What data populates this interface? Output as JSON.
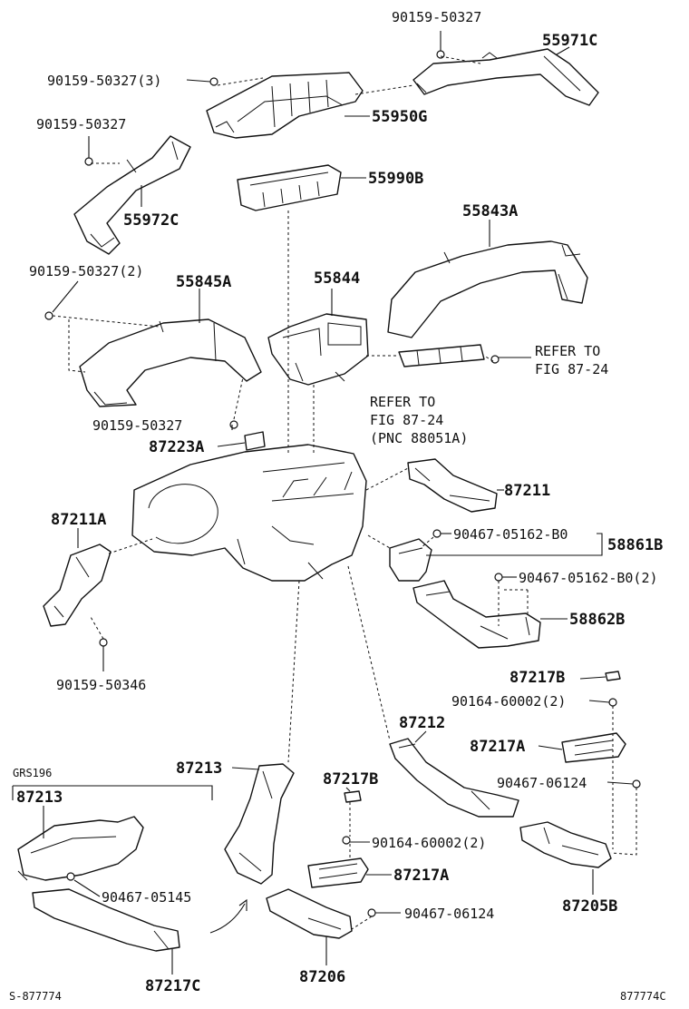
{
  "labels": {
    "p90159_50327_top": "90159-50327",
    "p55971C": "55971C",
    "p90159_50327_3": "90159-50327(3)",
    "p55950G": "55950G",
    "p90159_50327_left": "90159-50327",
    "p55990B": "55990B",
    "p55972C": "55972C",
    "p55843A": "55843A",
    "p90159_50327_2": "90159-50327(2)",
    "p55845A": "55845A",
    "p55844": "55844",
    "refer_right_1": "REFER TO",
    "refer_right_2": "FIG 87-24",
    "refer_mid_1": "REFER TO",
    "refer_mid_2": "FIG 87-24",
    "refer_mid_3": "(PNC 88051A)",
    "p90159_50327_mid": "90159-50327",
    "p87223A": "87223A",
    "p87211": "87211",
    "p87211A": "87211A",
    "p90467_05162_B0": "90467-05162-B0",
    "p58861B": "58861B",
    "p90467_05162_B0_2": "90467-05162-B0(2)",
    "p58862B": "58862B",
    "p90159_50346": "90159-50346",
    "p87217B_right": "87217B",
    "p90164_60002_2_right": "90164-60002(2)",
    "p87212": "87212",
    "p87217A_right": "87217A",
    "grs196": "GRS196",
    "p87213_right": "87213",
    "p87213_left": "87213",
    "p87217B_mid": "87217B",
    "p90467_06124_right": "90467-06124",
    "p90164_60002_2_mid": "90164-60002(2)",
    "p90467_05145": "90467-05145",
    "p87217A_mid": "87217A",
    "p87205B": "87205B",
    "p90467_06124_mid": "90467-06124",
    "p87217C": "87217C",
    "p87206": "87206",
    "footer_left": "S-877774",
    "footer_right": "877774C"
  }
}
